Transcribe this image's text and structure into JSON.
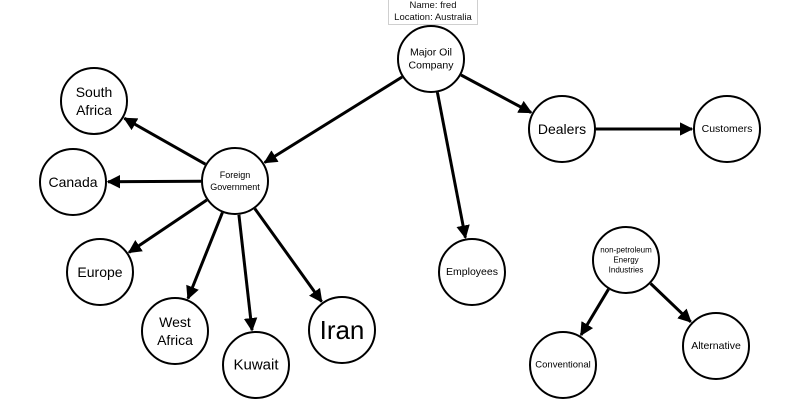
{
  "author": {
    "name": "Name: fred",
    "location": "Location: Australia"
  },
  "nodes": {
    "major_oil": [
      "Major Oil",
      "Company"
    ],
    "foreign_gov": [
      "Foreign",
      "Government"
    ],
    "south_africa": [
      "South",
      "Africa"
    ],
    "canada": [
      "Canada"
    ],
    "europe": [
      "Europe"
    ],
    "west_africa": [
      "West",
      "Africa"
    ],
    "kuwait": [
      "Kuwait"
    ],
    "iran": [
      "Iran"
    ],
    "dealers": [
      "Dealers"
    ],
    "customers": [
      "Customers"
    ],
    "employees": [
      "Employees"
    ],
    "non_petroleum": [
      "non-petroleum",
      "Energy",
      "Industries"
    ],
    "conventional": [
      "Conventional"
    ],
    "alternative": [
      "Alternative"
    ]
  },
  "edges": [
    [
      "major_oil",
      "foreign_gov"
    ],
    [
      "major_oil",
      "dealers"
    ],
    [
      "major_oil",
      "employees"
    ],
    [
      "dealers",
      "customers"
    ],
    [
      "foreign_gov",
      "south_africa"
    ],
    [
      "foreign_gov",
      "canada"
    ],
    [
      "foreign_gov",
      "europe"
    ],
    [
      "foreign_gov",
      "west_africa"
    ],
    [
      "foreign_gov",
      "kuwait"
    ],
    [
      "foreign_gov",
      "iran"
    ],
    [
      "non_petroleum",
      "conventional"
    ],
    [
      "non_petroleum",
      "alternative"
    ]
  ]
}
